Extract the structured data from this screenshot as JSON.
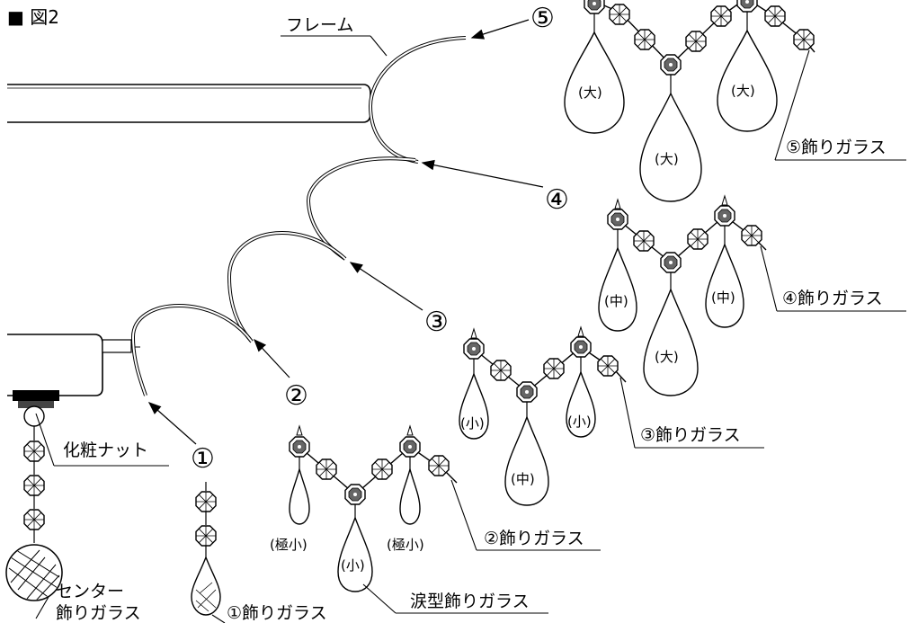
{
  "figure": {
    "title": "■ 図2"
  },
  "labels": {
    "frame": "フレーム",
    "nut": "化粧ナット",
    "center_line1": "センター",
    "center_line2": "飾りガラス",
    "teardrop": "涙型飾りガラス",
    "glass1": "①飾りガラス",
    "glass2": "②飾りガラス",
    "glass3": "③飾りガラス",
    "glass4": "④飾りガラス",
    "glass5": "⑤飾りガラス"
  },
  "numbers": {
    "n1": "①",
    "n2": "②",
    "n3": "③",
    "n4": "④",
    "n5": "⑤"
  },
  "sizes": {
    "extra_small": "(極小)",
    "small": "(小)",
    "medium": "(中)",
    "large": "(大)"
  }
}
